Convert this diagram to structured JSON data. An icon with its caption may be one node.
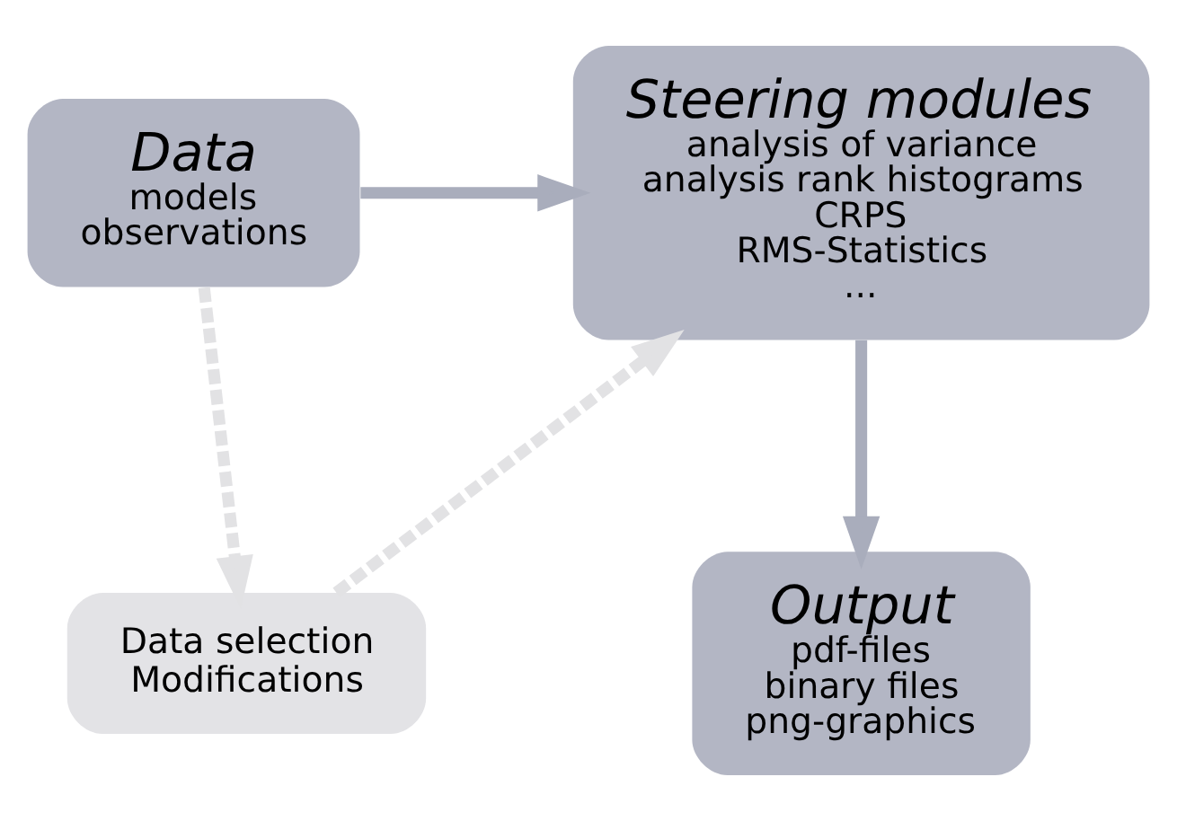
{
  "diagram": {
    "nodes": [
      {
        "text": [
          "Data",
          "models",
          "observations"
        ]
      },
      {
        "text": [
          "Steering modules",
          "analysis of variance",
          "analysis rank histograms",
          "CRPS",
          "RMS-Statistics",
          "..."
        ]
      },
      {
        "text": [
          "Data selection",
          "Modifications"
        ]
      },
      {
        "text": [
          "Output",
          "pdf-files",
          "binary files",
          "png-graphics"
        ]
      }
    ],
    "edges": [
      {
        "from": 0,
        "to": 1,
        "arrow": "to"
      },
      {
        "from": 0,
        "to": 2,
        "arrow": "to",
        "style": "dashed",
        "color": "#e2e2e4"
      },
      {
        "from": 2,
        "to": 1,
        "arrow": "to",
        "style": "dashed",
        "color": "#e2e2e4"
      },
      {
        "from": 1,
        "to": 3,
        "arrow": "to"
      }
    ]
  }
}
